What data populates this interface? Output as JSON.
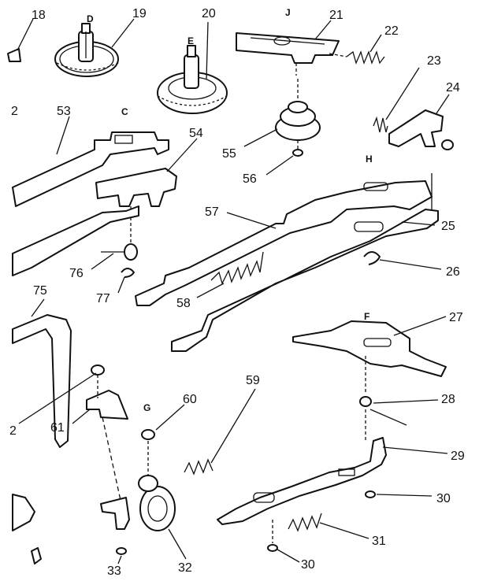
{
  "diagram": {
    "part_numbers": {
      "p18": "18",
      "p19": "19",
      "p20": "20",
      "p21": "21",
      "p22": "22",
      "p23": "23",
      "p24": "24",
      "p2a": "2",
      "p53": "53",
      "p54": "54",
      "p55": "55",
      "p56": "56",
      "p57": "57",
      "p25": "25",
      "p26": "26",
      "p76": "76",
      "p77": "77",
      "p58": "58",
      "p75": "75",
      "p27": "27",
      "p28": "28",
      "p59": "59",
      "p60": "60",
      "p2b": "2",
      "p61": "61",
      "p29": "29",
      "p30a": "30",
      "p31": "31",
      "p30b": "30",
      "p33": "33",
      "p32": "32"
    },
    "reference_letters": {
      "D": "D",
      "E": "E",
      "J": "J",
      "C": "C",
      "H": "H",
      "F": "F",
      "G": "G"
    }
  }
}
